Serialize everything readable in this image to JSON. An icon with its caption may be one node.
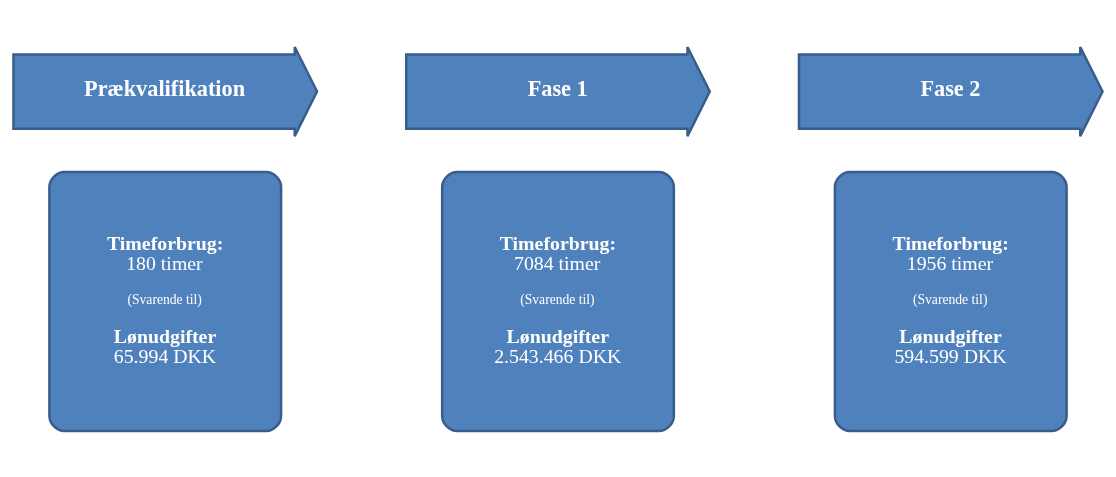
{
  "diagram": {
    "nodes": [
      {
        "text": [
          "Prækvalifikation"
        ]
      },
      {
        "text": [
          "Fase 1"
        ]
      },
      {
        "text": [
          "Fase 2"
        ]
      },
      {
        "text": [
          "Timeforbrug:",
          "180 timer",
          "(Svarende til)",
          "Lønudgifter",
          "65.994 DKK"
        ]
      },
      {
        "text": [
          "Timeforbrug:",
          "7084 timer",
          "(Svarende til)",
          "Lønudgifter",
          "2.543.466 DKK"
        ]
      },
      {
        "text": [
          "Timeforbrug:",
          "1956 timer",
          "(Svarende til)",
          "Lønudgifter",
          "594.599 DKK"
        ]
      }
    ]
  }
}
